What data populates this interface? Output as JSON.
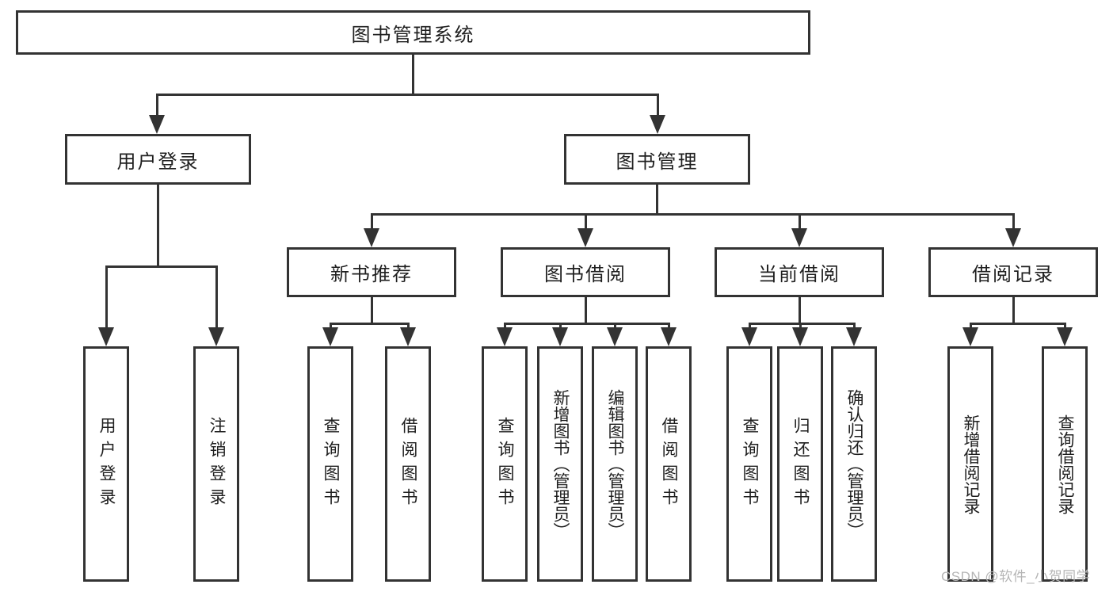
{
  "watermark": "CSDN @软件_小贺同学",
  "colors": {
    "line": "#333333",
    "text": "#1f1f1f",
    "watermark": "#b5b5b5",
    "background": "#ffffff"
  },
  "tree": {
    "id": "root",
    "label": "图书管理系统",
    "children": [
      {
        "id": "user-login",
        "label": "用户登录",
        "children": [
          {
            "id": "login",
            "label": "用户登录"
          },
          {
            "id": "logout",
            "label": "注销登录"
          }
        ]
      },
      {
        "id": "book-mgmt",
        "label": "图书管理",
        "children": [
          {
            "id": "new-book-rec",
            "label": "新书推荐",
            "children": [
              {
                "id": "nbr-query-book",
                "label": "查询图书"
              },
              {
                "id": "nbr-borrow-book",
                "label": "借阅图书"
              }
            ]
          },
          {
            "id": "book-borrow",
            "label": "图书借阅",
            "children": [
              {
                "id": "bb-query-book",
                "label": "查询图书"
              },
              {
                "id": "bb-add-book",
                "label": "新增图书（管理员）"
              },
              {
                "id": "bb-edit-book",
                "label": "编辑图书（管理员）"
              },
              {
                "id": "bb-borrow-book",
                "label": "借阅图书"
              }
            ]
          },
          {
            "id": "current-borrow",
            "label": "当前借阅",
            "children": [
              {
                "id": "cb-query-book",
                "label": "查询图书"
              },
              {
                "id": "cb-return-book",
                "label": "归还图书"
              },
              {
                "id": "cb-confirm-return",
                "label": "确认归还（管理员）"
              }
            ]
          },
          {
            "id": "borrow-record",
            "label": "借阅记录",
            "children": [
              {
                "id": "br-add-record",
                "label": "新增借阅记录"
              },
              {
                "id": "br-query-record",
                "label": "查询借阅记录"
              }
            ]
          }
        ]
      }
    ]
  }
}
